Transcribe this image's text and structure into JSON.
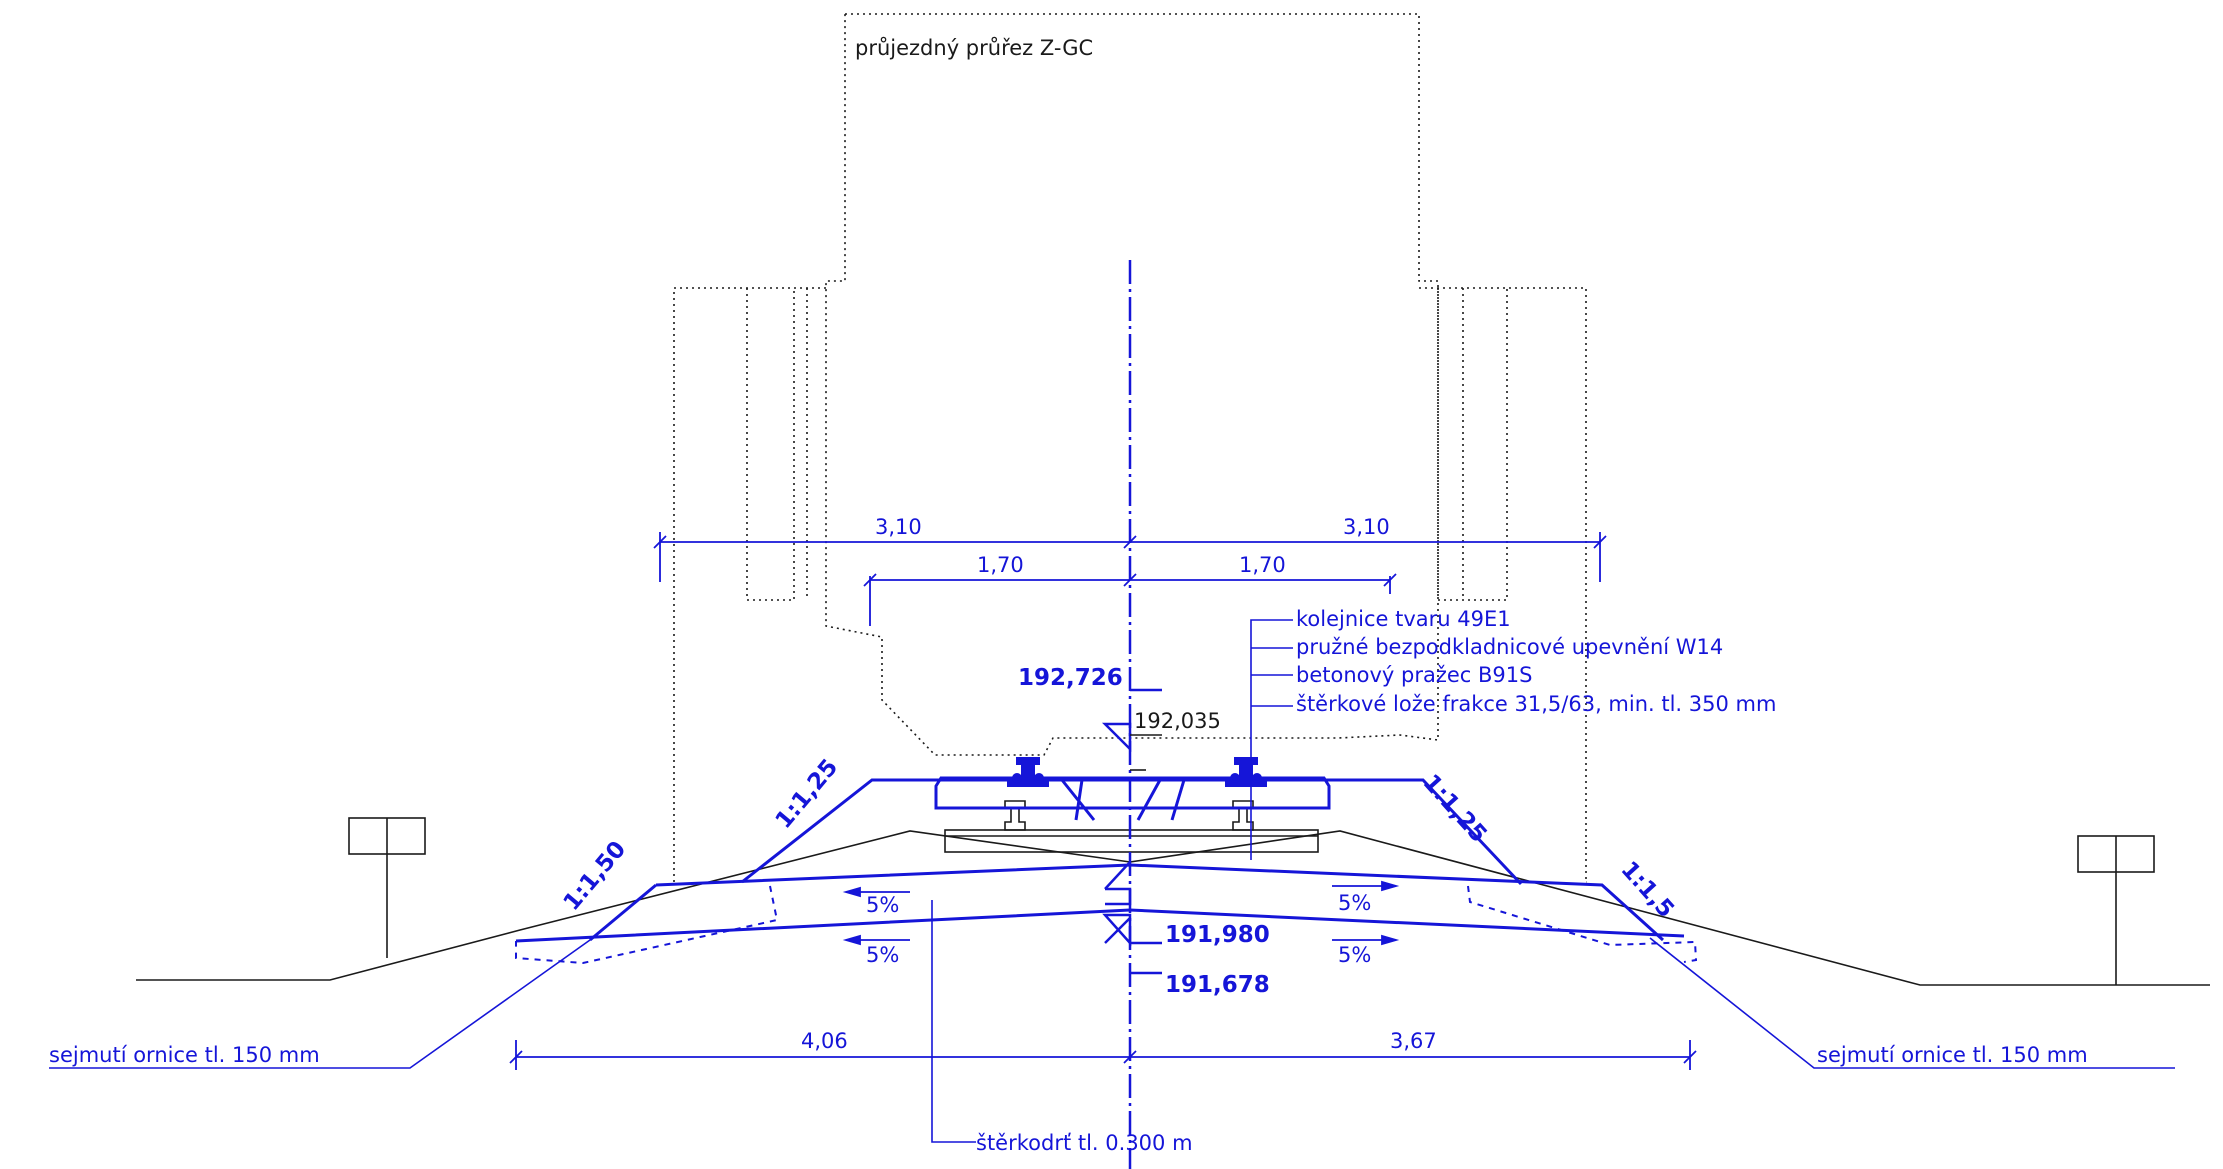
{
  "title": "průjezdný průřez Z-GC",
  "dimensions": {
    "top_left": "3,10",
    "top_right": "3,10",
    "mid_left": "1,70",
    "mid_right": "1,70",
    "bottom_left": "4,06",
    "bottom_right": "3,67"
  },
  "elevations": {
    "top_of_rail": "192,726",
    "existing": "192,035",
    "formation": "191,980",
    "subgrade": "191,678"
  },
  "legend": [
    "kolejnice tvaru 49E1",
    "pružné bezpodkladnicové upevnění W14",
    "betonový pražec B91S",
    "štěrkové lože frakce 31,5/63, min. tl. 350 mm"
  ],
  "slopes": {
    "left_upper": "1:1,25",
    "right_upper": "1:1,25",
    "left_lower": "1:1,50",
    "right_lower": "1:1,5"
  },
  "grades": {
    "left_upper": "5%",
    "left_lower": "5%",
    "right_upper": "5%",
    "right_lower": "5%"
  },
  "notes": {
    "topsoil_left": "sejmutí ornice tl. 150 mm",
    "topsoil_right": "sejmutí ornice tl. 150 mm",
    "gravel_layer": "štěrkodrť tl. 0.300 m"
  },
  "colors": {
    "design": "#1515d8",
    "existing": "#1a1a1a"
  }
}
